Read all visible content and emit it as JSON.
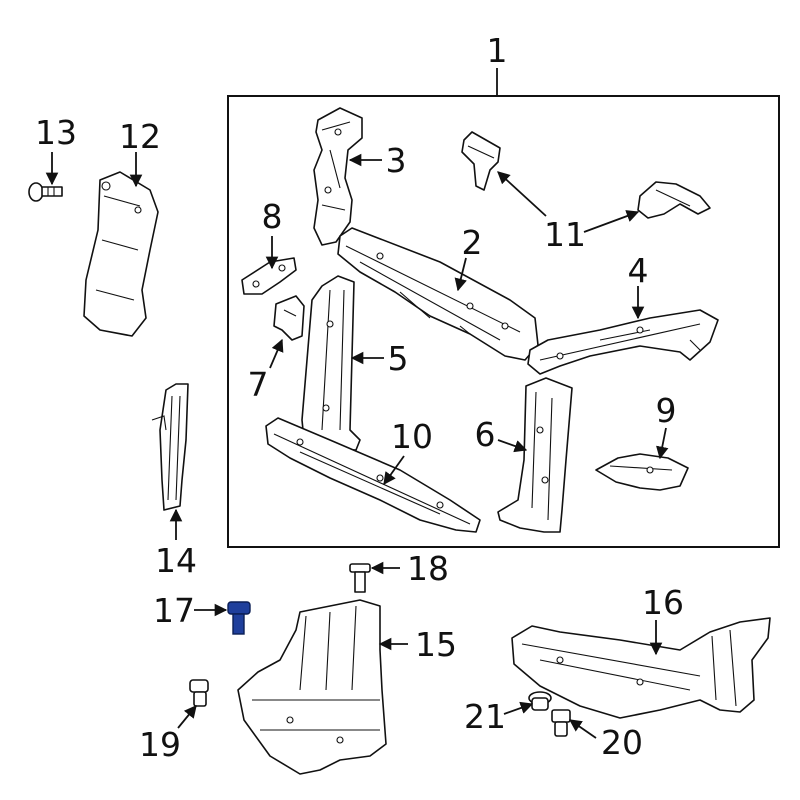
{
  "labels": {
    "l1": "1",
    "l2": "2",
    "l3": "3",
    "l4": "4",
    "l5": "5",
    "l6": "6",
    "l7": "7",
    "l8": "8",
    "l9": "9",
    "l10": "10",
    "l11": "11",
    "l12": "12",
    "l13": "13",
    "l14": "14",
    "l15": "15",
    "l16": "16",
    "l17": "17",
    "l18": "18",
    "l19": "19",
    "l20": "20",
    "l21": "21"
  },
  "colors": {
    "line": "#111111",
    "highlight_bolt": "#1f3f9c",
    "background": "#ffffff"
  },
  "highlighted_part": "17"
}
